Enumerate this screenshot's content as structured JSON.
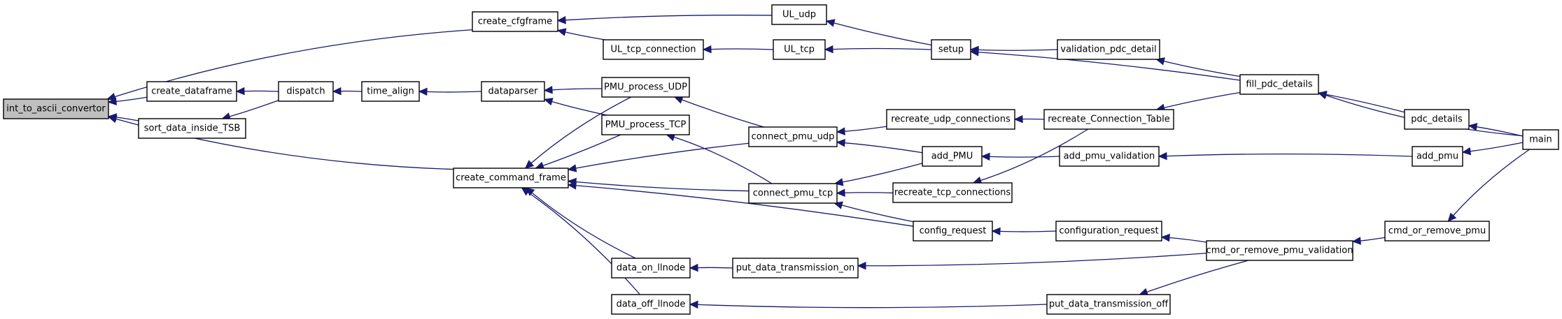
{
  "graph": {
    "type": "call-graph",
    "nodes": [
      {
        "id": "int_to_ascii_convertor",
        "label": "int_to_ascii_convertor",
        "root": true
      },
      {
        "id": "create_cfgframe",
        "label": "create_cfgframe"
      },
      {
        "id": "create_dataframe",
        "label": "create_dataframe"
      },
      {
        "id": "sort_data_inside_TSB",
        "label": "sort_data_inside_TSB"
      },
      {
        "id": "create_command_frame",
        "label": "create_command_frame"
      },
      {
        "id": "dispatch",
        "label": "dispatch"
      },
      {
        "id": "time_align",
        "label": "time_align"
      },
      {
        "id": "dataparser",
        "label": "dataparser"
      },
      {
        "id": "UL_udp",
        "label": "UL_udp"
      },
      {
        "id": "UL_tcp_connection",
        "label": "UL_tcp_connection"
      },
      {
        "id": "UL_tcp",
        "label": "UL_tcp"
      },
      {
        "id": "setup",
        "label": "setup"
      },
      {
        "id": "validation_pdc_detail",
        "label": "validation_pdc_detail"
      },
      {
        "id": "fill_pdc_details",
        "label": "fill_pdc_details"
      },
      {
        "id": "PMU_process_UDP",
        "label": "PMU_process_UDP"
      },
      {
        "id": "PMU_process_TCP",
        "label": "PMU_process_TCP"
      },
      {
        "id": "connect_pmu_udp",
        "label": "connect_pmu_udp"
      },
      {
        "id": "connect_pmu_tcp",
        "label": "connect_pmu_tcp"
      },
      {
        "id": "recreate_udp_connections",
        "label": "recreate_udp_connections"
      },
      {
        "id": "recreate_tcp_connections",
        "label": "recreate_tcp_connections"
      },
      {
        "id": "recreate_Connection_Table",
        "label": "recreate_Connection_Table"
      },
      {
        "id": "add_PMU",
        "label": "add_PMU"
      },
      {
        "id": "add_pmu_validation",
        "label": "add_pmu_validation"
      },
      {
        "id": "config_request",
        "label": "config_request"
      },
      {
        "id": "configuration_request",
        "label": "configuration_request"
      },
      {
        "id": "cmd_or_remove_pmu_validation",
        "label": "cmd_or_remove_pmu_validation"
      },
      {
        "id": "cmd_or_remove_pmu",
        "label": "cmd_or_remove_pmu"
      },
      {
        "id": "pdc_details",
        "label": "pdc_details"
      },
      {
        "id": "add_pmu",
        "label": "add_pmu"
      },
      {
        "id": "main",
        "label": "main"
      },
      {
        "id": "data_on_llnode",
        "label": "data_on_llnode"
      },
      {
        "id": "data_off_llnode",
        "label": "data_off_llnode"
      },
      {
        "id": "put_data_transmission_on",
        "label": "put_data_transmission_on"
      },
      {
        "id": "put_data_transmission_off",
        "label": "put_data_transmission_off"
      }
    ],
    "edges": [
      {
        "from": "create_cfgframe",
        "to": "int_to_ascii_convertor"
      },
      {
        "from": "create_dataframe",
        "to": "int_to_ascii_convertor"
      },
      {
        "from": "sort_data_inside_TSB",
        "to": "int_to_ascii_convertor"
      },
      {
        "from": "create_command_frame",
        "to": "int_to_ascii_convertor"
      },
      {
        "from": "dispatch",
        "to": "create_dataframe"
      },
      {
        "from": "dispatch",
        "to": "sort_data_inside_TSB"
      },
      {
        "from": "time_align",
        "to": "dispatch"
      },
      {
        "from": "dataparser",
        "to": "time_align"
      },
      {
        "from": "UL_udp",
        "to": "create_cfgframe"
      },
      {
        "from": "UL_tcp_connection",
        "to": "create_cfgframe"
      },
      {
        "from": "UL_tcp",
        "to": "UL_tcp_connection"
      },
      {
        "from": "setup",
        "to": "UL_udp"
      },
      {
        "from": "setup",
        "to": "UL_tcp"
      },
      {
        "from": "validation_pdc_detail",
        "to": "setup"
      },
      {
        "from": "fill_pdc_details",
        "to": "setup"
      },
      {
        "from": "fill_pdc_details",
        "to": "validation_pdc_detail"
      },
      {
        "from": "PMU_process_UDP",
        "to": "dataparser"
      },
      {
        "from": "PMU_process_TCP",
        "to": "dataparser"
      },
      {
        "from": "PMU_process_UDP",
        "to": "create_command_frame"
      },
      {
        "from": "PMU_process_TCP",
        "to": "create_command_frame"
      },
      {
        "from": "connect_pmu_udp",
        "to": "create_command_frame"
      },
      {
        "from": "connect_pmu_tcp",
        "to": "create_command_frame"
      },
      {
        "from": "config_request",
        "to": "create_command_frame"
      },
      {
        "from": "data_on_llnode",
        "to": "create_command_frame"
      },
      {
        "from": "data_off_llnode",
        "to": "create_command_frame"
      },
      {
        "from": "connect_pmu_udp",
        "to": "PMU_process_UDP"
      },
      {
        "from": "connect_pmu_tcp",
        "to": "PMU_process_TCP"
      },
      {
        "from": "recreate_udp_connections",
        "to": "connect_pmu_udp"
      },
      {
        "from": "add_PMU",
        "to": "connect_pmu_udp"
      },
      {
        "from": "add_PMU",
        "to": "connect_pmu_tcp"
      },
      {
        "from": "recreate_tcp_connections",
        "to": "connect_pmu_tcp"
      },
      {
        "from": "config_request",
        "to": "connect_pmu_tcp"
      },
      {
        "from": "recreate_Connection_Table",
        "to": "recreate_udp_connections"
      },
      {
        "from": "recreate_Connection_Table",
        "to": "recreate_tcp_connections"
      },
      {
        "from": "fill_pdc_details",
        "to": "recreate_Connection_Table"
      },
      {
        "from": "add_pmu_validation",
        "to": "add_PMU"
      },
      {
        "from": "add_pmu",
        "to": "add_pmu_validation"
      },
      {
        "from": "configuration_request",
        "to": "config_request"
      },
      {
        "from": "cmd_or_remove_pmu_validation",
        "to": "configuration_request"
      },
      {
        "from": "cmd_or_remove_pmu_validation",
        "to": "put_data_transmission_on"
      },
      {
        "from": "cmd_or_remove_pmu_validation",
        "to": "put_data_transmission_off"
      },
      {
        "from": "cmd_or_remove_pmu",
        "to": "cmd_or_remove_pmu_validation"
      },
      {
        "from": "put_data_transmission_on",
        "to": "data_on_llnode"
      },
      {
        "from": "put_data_transmission_off",
        "to": "data_off_llnode"
      },
      {
        "from": "pdc_details",
        "to": "fill_pdc_details"
      },
      {
        "from": "main",
        "to": "fill_pdc_details"
      },
      {
        "from": "main",
        "to": "pdc_details"
      },
      {
        "from": "main",
        "to": "add_pmu"
      },
      {
        "from": "main",
        "to": "cmd_or_remove_pmu"
      }
    ],
    "colors": {
      "edge": "#191970",
      "node_border": "#000000",
      "node_fill": "#ffffff",
      "root_fill": "#bfbfbf",
      "background": "#ffffff"
    }
  }
}
